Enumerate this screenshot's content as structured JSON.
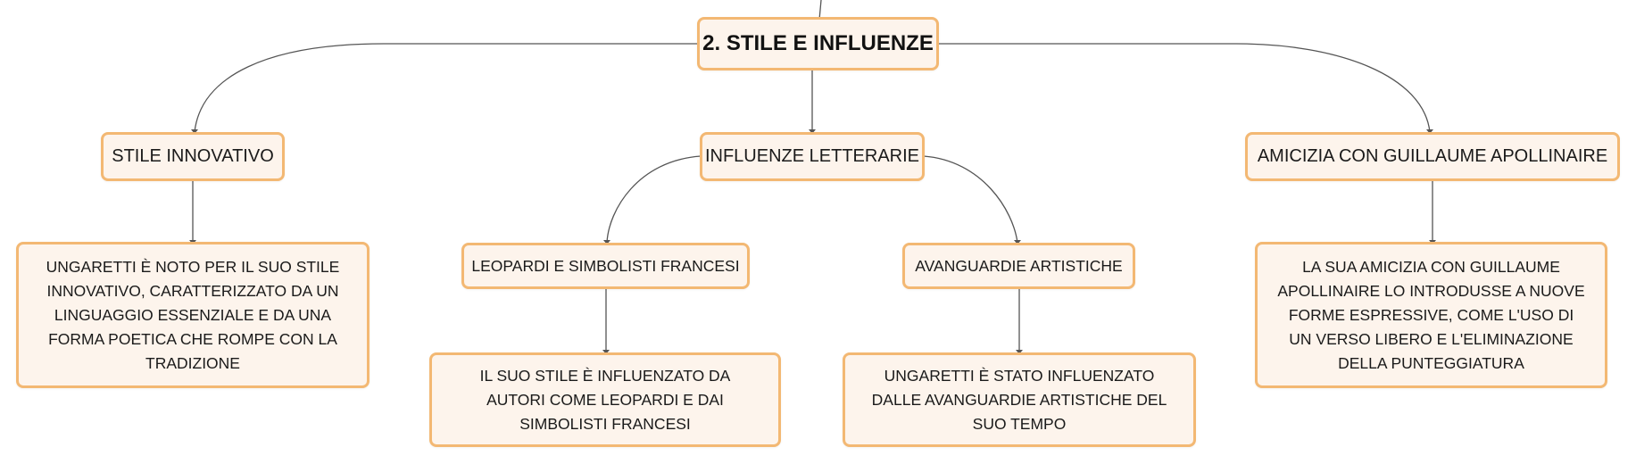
{
  "root": {
    "label": "2. STILE E INFLUENZE"
  },
  "stile_innovativo": {
    "label": "STILE INNOVATIVO",
    "description": "UNGARETTI È NOTO PER IL SUO STILE INNOVATIVO, CARATTERIZZATO DA UN LINGUAGGIO ESSENZIALE E DA UNA FORMA POETICA CHE ROMPE CON LA TRADIZIONE"
  },
  "influenze_letterarie": {
    "label": "INFLUENZE LETTERARIE",
    "leopardi": {
      "label": "LEOPARDI E SIMBOLISTI FRANCESI",
      "description": "IL SUO STILE È INFLUENZATO DA AUTORI COME LEOPARDI E DAI SIMBOLISTI FRANCESI"
    },
    "avanguardie": {
      "label": "AVANGUARDIE ARTISTICHE",
      "description": "UNGARETTI È STATO INFLUENZATO DALLE AVANGUARDIE ARTISTICHE DEL SUO TEMPO"
    }
  },
  "apollinaire": {
    "label": "AMICIZIA CON GUILLAUME APOLLINAIRE",
    "description": "LA SUA AMICIZIA CON GUILLAUME APOLLINAIRE LO INTRODUSSE A NUOVE FORME ESPRESSIVE, COME L'USO DI UN VERSO LIBERO E L'ELIMINAZIONE DELLA PUNTEGGIATURA"
  }
}
